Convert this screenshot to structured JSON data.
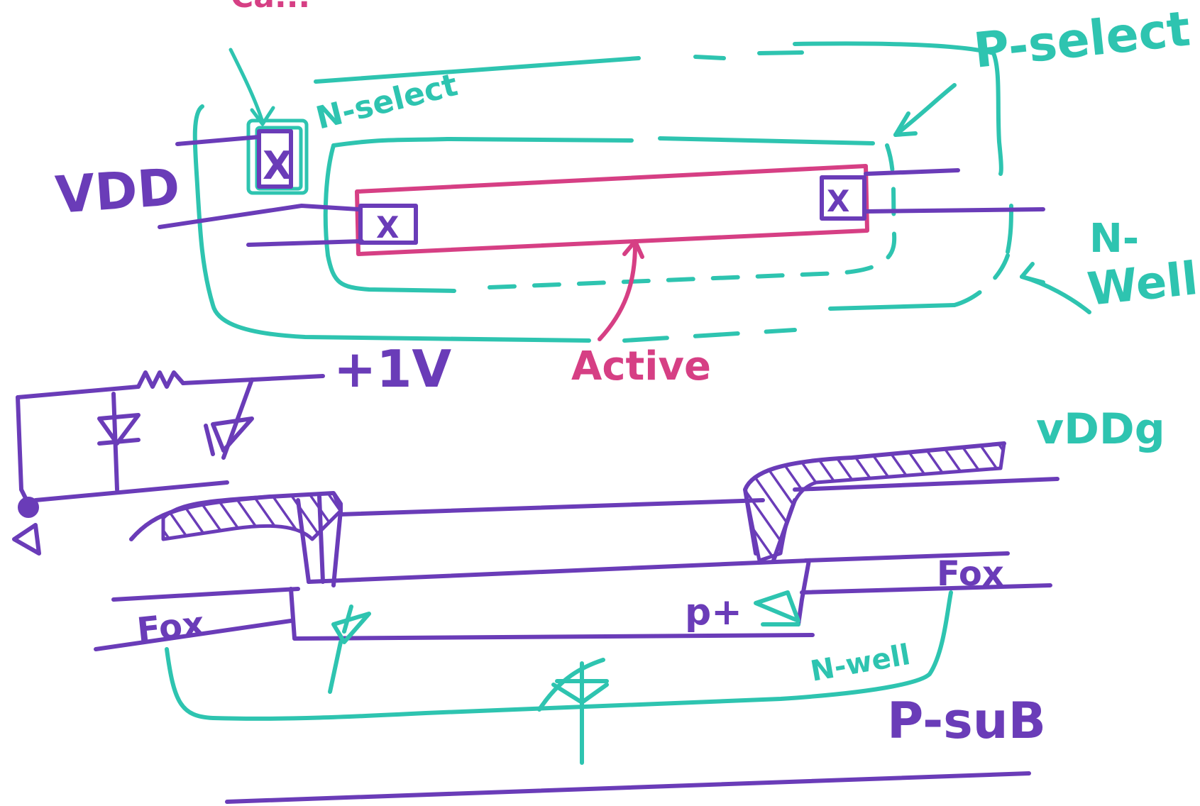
{
  "labels": {
    "top_partial": "Ca...",
    "n_select": "N-select",
    "p_select": "P-select",
    "vdd": "VDD",
    "n_well_line1": "N-",
    "n_well_line2": "Well",
    "active": "Active",
    "plus_1v": "+1V",
    "vddg": "vDDg",
    "fox_left": "Fox",
    "fox_right": "Fox",
    "p_plus": "p+",
    "n_well_lower": "N-well",
    "p_sub": "P-suB"
  },
  "contact_marks": [
    "X",
    "X",
    "X"
  ],
  "colors": {
    "purple": "#6a3cb8",
    "teal": "#2ec4b0",
    "magenta": "#d63f84",
    "background": "#ffffff"
  }
}
